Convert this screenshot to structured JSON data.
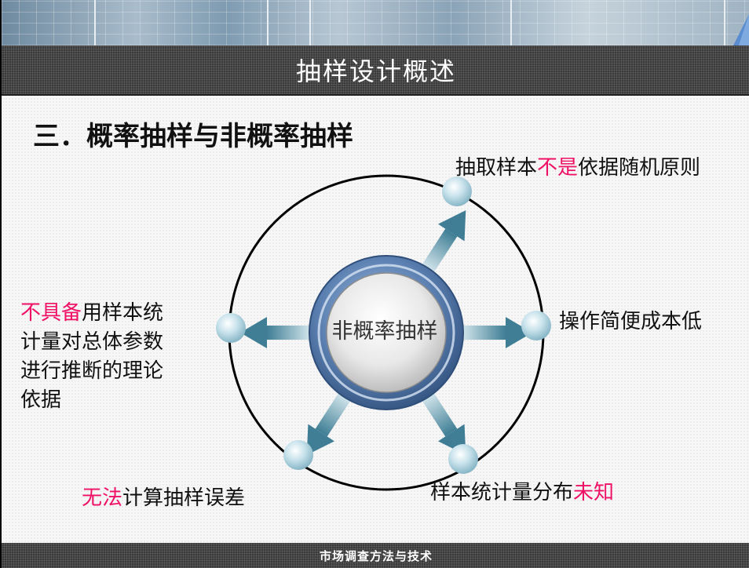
{
  "slide": {
    "title": "抽样设计概述",
    "heading": "三．概率抽样与非概率抽样",
    "footer": "市场调查方法与技术"
  },
  "diagram": {
    "center": "非概率抽样",
    "top_right": {
      "before": "抽取样本",
      "highlight": "不是",
      "after": "依据随机原则"
    },
    "right": {
      "text": "操作简便成本低"
    },
    "bottom_right": {
      "before": "样本统计量分布",
      "highlight": "未知"
    },
    "bottom_left": {
      "highlight": "无法",
      "after": "计算抽样误差"
    },
    "left": {
      "highlight": "不具备",
      "line1_after": "用样本统",
      "line2": "计量对总体参数",
      "line3": "进行推断的理论",
      "line4": "依据"
    }
  },
  "colors": {
    "highlight": "#ee1166",
    "ring": "#5a7fb0",
    "arrow": "#4f8aa0",
    "bar": "#3a3a3a"
  }
}
